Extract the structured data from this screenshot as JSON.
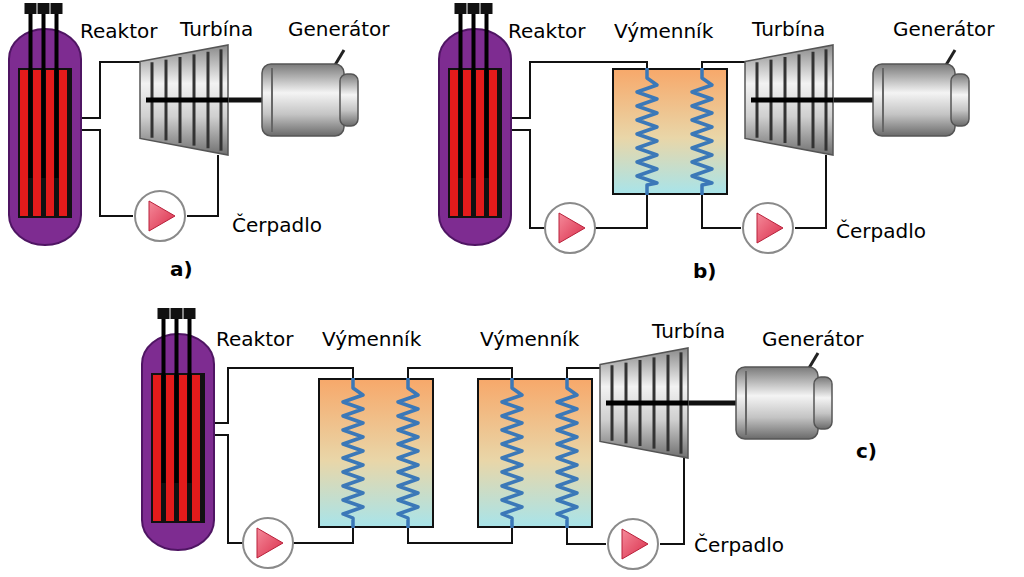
{
  "diagram": {
    "nodes": [
      {
        "text": [
          "Reaktor"
        ]
      },
      {
        "text": [
          "Turbína"
        ]
      },
      {
        "text": [
          "Generátor"
        ]
      },
      {
        "text": [
          "Čerpadlo"
        ]
      },
      {
        "text": [
          "Reaktor"
        ]
      },
      {
        "text": [
          "Výmenník"
        ]
      },
      {
        "text": [
          "Turbína"
        ]
      },
      {
        "text": [
          "Generátor"
        ]
      },
      {
        "text": [
          "Čerpadlo"
        ]
      },
      {
        "text": [
          "Reaktor"
        ]
      },
      {
        "text": [
          "Výmenník"
        ]
      },
      {
        "text": [
          "Výmenník"
        ]
      },
      {
        "text": [
          "Turbína"
        ]
      },
      {
        "text": [
          "Generátor"
        ]
      },
      {
        "text": [
          "Čerpadlo"
        ]
      }
    ],
    "edges": [
      {
        "from": 0,
        "to": 1,
        "arrow": "none"
      },
      {
        "from": 1,
        "to": 3,
        "arrow": "none"
      },
      {
        "from": 3,
        "to": 0,
        "arrow": "none"
      },
      {
        "from": 1,
        "to": 2,
        "arrow": "none"
      },
      {
        "from": 4,
        "to": 5,
        "arrow": "none"
      },
      {
        "from": 5,
        "to": 4,
        "arrow": "none"
      },
      {
        "from": 5,
        "to": 6,
        "arrow": "none"
      },
      {
        "from": 6,
        "to": 8,
        "arrow": "none"
      },
      {
        "from": 8,
        "to": 5,
        "arrow": "none"
      },
      {
        "from": 6,
        "to": 7,
        "arrow": "none"
      },
      {
        "from": 9,
        "to": 10,
        "arrow": "none"
      },
      {
        "from": 10,
        "to": 9,
        "arrow": "none"
      },
      {
        "from": 10,
        "to": 11,
        "arrow": "none"
      },
      {
        "from": 11,
        "to": 10,
        "arrow": "none"
      },
      {
        "from": 11,
        "to": 12,
        "arrow": "none"
      },
      {
        "from": 12,
        "to": 14,
        "arrow": "none"
      },
      {
        "from": 14,
        "to": 11,
        "arrow": "none"
      },
      {
        "from": 12,
        "to": 13,
        "arrow": "none"
      }
    ],
    "labels": [
      "a)",
      "b)",
      "c)"
    ]
  }
}
